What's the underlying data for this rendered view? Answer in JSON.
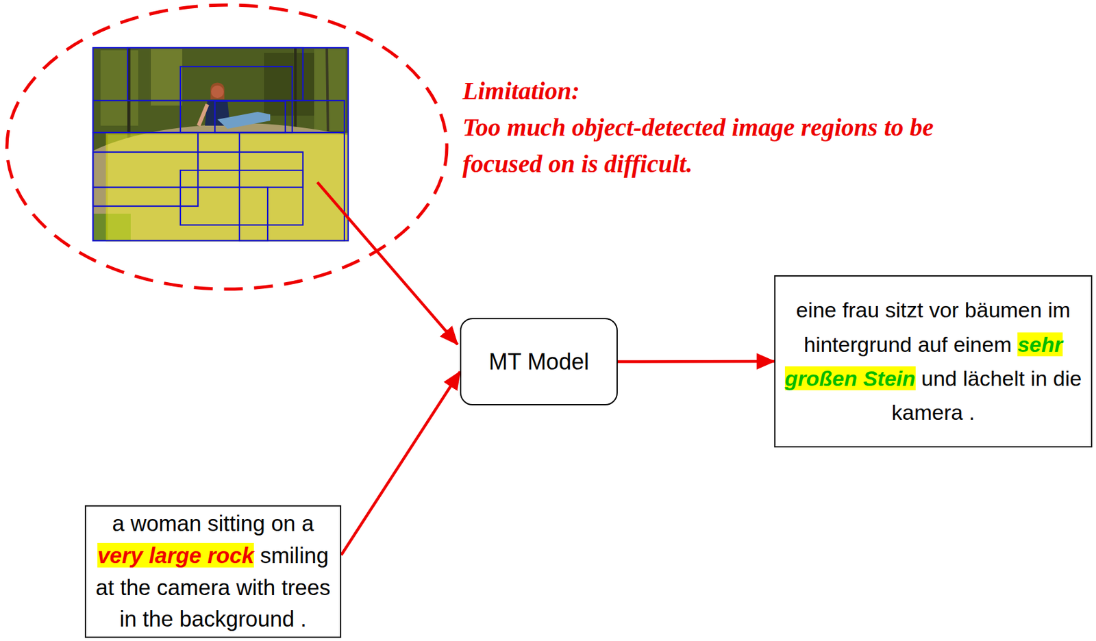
{
  "diagram": {
    "nodes": [
      {
        "text": [
          "a woman sitting on a",
          "very large rock",
          "smiling at the camera with trees in the background ."
        ]
      },
      {
        "text": [
          "MT Model"
        ]
      },
      {
        "text": [
          "eine frau sitzt vor bäumen im hintergrund auf einem",
          "sehr großen Stein",
          "und lächelt in die kamera ."
        ]
      }
    ],
    "edges": [
      {
        "from": 0,
        "to": 1,
        "arrow": "to"
      },
      {
        "from": 1,
        "to": 2,
        "arrow": "to"
      }
    ],
    "labels": [
      "Limitation:",
      "Too much object-detected image regions to be focused on is difficult."
    ]
  }
}
